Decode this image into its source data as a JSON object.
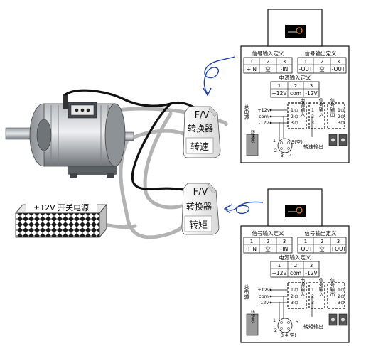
{
  "power_supply": {
    "label": "±12V 开关电源"
  },
  "converters": [
    {
      "title": "F/V",
      "line2": "转换器",
      "line3": "转速"
    },
    {
      "title": "F/V",
      "line2": "转换器",
      "line3": "转矩"
    }
  ],
  "panels": [
    {
      "sig_in_title": "信号输入定义",
      "sig_out_title": "信号输出定义",
      "sig_in_nums": [
        "1",
        "2",
        "3"
      ],
      "sig_in_vals": [
        "+IN",
        "空",
        "-IN"
      ],
      "sig_out_nums": [
        "1",
        "2",
        "3"
      ],
      "sig_out_vals": [
        "-OUT",
        "空",
        "-OUT"
      ],
      "power_title": "电源输入定义",
      "power_nums": [
        "1",
        "2",
        "3"
      ],
      "power_vals": [
        "+12V",
        "com",
        "-12V"
      ],
      "wiring": {
        "left_vert": "总电源",
        "supply_pins": [
          "+12v",
          "com",
          "-12v"
        ],
        "power_in_vert": "电源输入",
        "sig_in_vert": "信号输入",
        "sig_out_vert": "信号输出",
        "terminal_nums": [
          "1",
          "2",
          "3"
        ],
        "connector_nums": [
          "1",
          "2",
          "3",
          "4"
        ],
        "connector_5": "5(空)",
        "connector_label": "转速输出",
        "bottom_box": "转速表"
      }
    },
    {
      "sig_in_title": "信号输入定义",
      "sig_out_title": "信号输出定义",
      "sig_in_nums": [
        "1",
        "2",
        "3"
      ],
      "sig_in_vals": [
        "+IN",
        "空",
        "-IN"
      ],
      "sig_out_nums": [
        "1",
        "2",
        "3"
      ],
      "sig_out_vals": [
        "-OUT",
        "空",
        "+OUT"
      ],
      "power_title": "电源输入定义",
      "power_nums": [
        "1",
        "2",
        "3"
      ],
      "power_vals": [
        "+12V",
        "com",
        "-12V"
      ],
      "wiring": {
        "left_vert": "总电源",
        "supply_pins": [
          "+12v",
          "com",
          "-12v"
        ],
        "power_in_vert": "电源输入",
        "sig_in_vert": "信号输入",
        "sig_out_vert": "信号输出",
        "terminal_nums": [
          "1",
          "2",
          "3"
        ],
        "connector_nums": [
          "1",
          "2",
          "3",
          "4(空)"
        ],
        "connector_5": "5",
        "connector_label": "转矩输出",
        "bottom_box": "转矩表"
      }
    }
  ]
}
